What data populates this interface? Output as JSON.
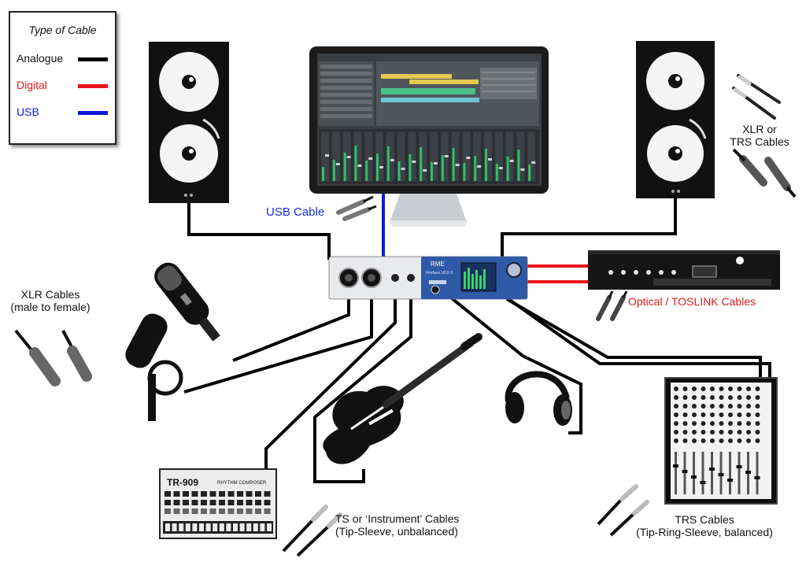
{
  "legend": {
    "title": "Type of Cable",
    "items": [
      {
        "label": "Analogue",
        "color": "#000000"
      },
      {
        "label": "Digital",
        "color": "#e8141b"
      },
      {
        "label": "USB",
        "color": "#1018d8"
      }
    ]
  },
  "labels": {
    "usb_cable": "USB Cable",
    "xlr_trs_line1": "XLR or",
    "xlr_trs_line2": "TRS Cables",
    "xlr_cables_line1": "XLR Cables",
    "xlr_cables_line2": "(male to female)",
    "optical": "Optical / TOSLINK Cables",
    "ts_line1": "TS or ‘Instrument’ Cables",
    "ts_line2": "(Tip-Sleeve, unbalanced)",
    "trs_line1": "TRS Cables",
    "trs_line2": "(Tip-Ring-Sleeve, balanced)"
  },
  "devices": {
    "interface_brand": "RME",
    "interface_model": "Fireface UCX II",
    "drum_machine_model": "TR-909",
    "drum_machine_subtitle": "RHYTHM COMPOSER"
  },
  "colors": {
    "analogue": "#000000",
    "digital": "#e8141b",
    "usb": "#1018d8",
    "usb_label": "#1a2ee0",
    "optical_label": "#e01b1b",
    "screen_green": "#2fbf6a"
  }
}
